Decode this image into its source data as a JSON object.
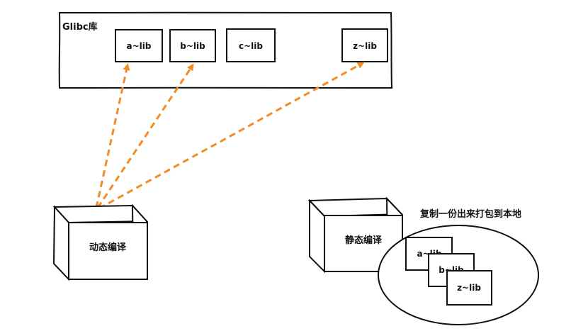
{
  "glibc": {
    "label": "Glibc库",
    "libs": [
      "a~lib",
      "b~lib",
      "c~lib",
      "z~lib"
    ]
  },
  "dynamic": {
    "label": "动态编译"
  },
  "static": {
    "label": "静态编译",
    "caption": "复制一份出来打包到本地",
    "copies": [
      "a~lib",
      "b~lib",
      "z~lib"
    ]
  },
  "colors": {
    "arrow": "#f28c28",
    "stroke": "#111111"
  }
}
